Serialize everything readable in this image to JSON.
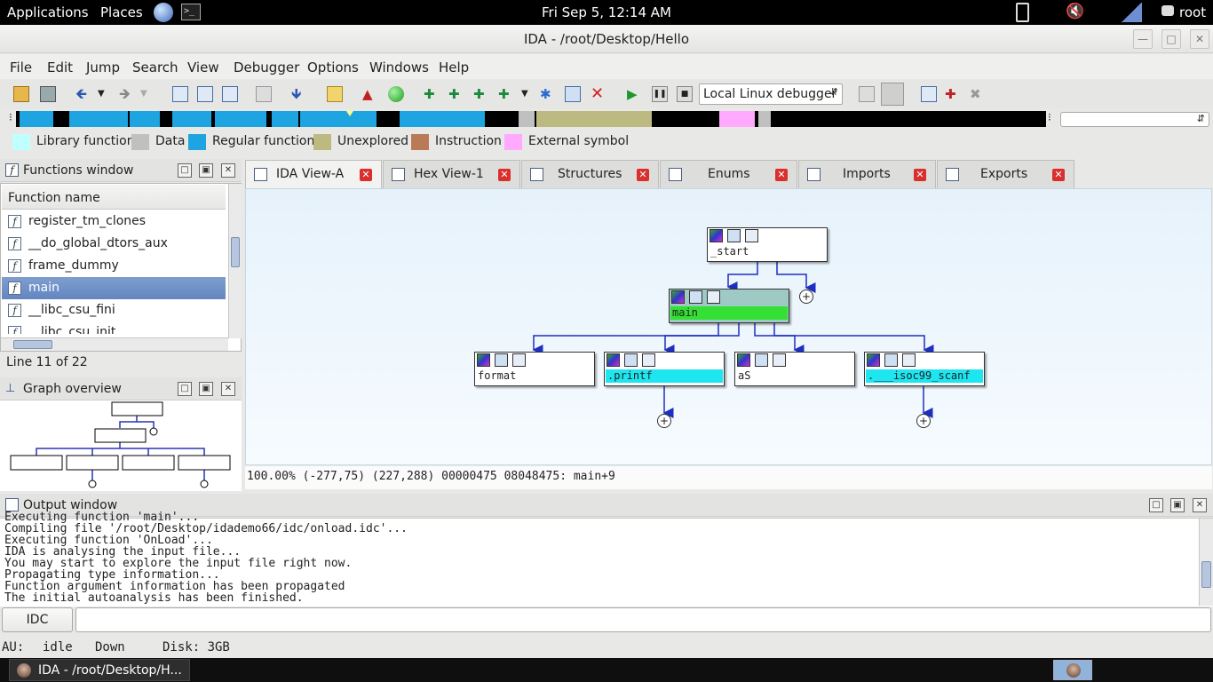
{
  "topbar": {
    "applications": "Applications",
    "places": "Places",
    "clock": "Fri Sep  5, 12:14 AM",
    "user": "root"
  },
  "window": {
    "title": "IDA - /root/Desktop/Hello"
  },
  "menu": [
    "File",
    "Edit",
    "Jump",
    "Search",
    "View",
    "Debugger",
    "Options",
    "Windows",
    "Help"
  ],
  "toolbar": {
    "debugger_select": "Local Linux debugger"
  },
  "legend": [
    {
      "label": "Library function",
      "color": "#c0ffff"
    },
    {
      "label": "Data",
      "color": "#c0c0c0"
    },
    {
      "label": "Regular function",
      "color": "#1ea4e0"
    },
    {
      "label": "Unexplored",
      "color": "#bcba80"
    },
    {
      "label": "Instruction",
      "color": "#b97a57"
    },
    {
      "label": "External symbol",
      "color": "#ffaaff"
    }
  ],
  "functions_window": {
    "title": "Functions window",
    "column": "Function name",
    "items": [
      "register_tm_clones",
      "__do_global_dtors_aux",
      "frame_dummy",
      "main",
      "__libc_csu_fini",
      "__libc_csu_init"
    ],
    "selected_index": 3,
    "line_info": "Line 11 of 22"
  },
  "graph_overview": {
    "title": "Graph overview"
  },
  "tabs": [
    "IDA View-A",
    "Hex View-1",
    "Structures",
    "Enums",
    "Imports",
    "Exports"
  ],
  "graph": {
    "nodes": {
      "start": "_start",
      "main": "main",
      "format": "format",
      "printf": ".printf",
      "aS": "aS",
      "scanf": ".___isoc99_scanf"
    },
    "status": "100.00% (-277,75) (227,288) 00000475 08048475: main+9"
  },
  "output_window": {
    "title": "Output window",
    "lines": [
      "Executing function 'main'...",
      "Compiling file '/root/Desktop/idademo66/idc/onload.idc'...",
      "Executing function 'OnLoad'...",
      "IDA is analysing the input file...",
      "You may start to explore the input file right now.",
      "Propagating type information...",
      "Function argument information has been propagated",
      "The initial autoanalysis has been finished."
    ]
  },
  "idc": {
    "button": "IDC"
  },
  "status": {
    "au_label": "AU:",
    "au_state": "idle",
    "direction": "Down",
    "disk": "Disk: 3GB"
  },
  "taskbar": {
    "window": "IDA - /root/Desktop/H..."
  }
}
